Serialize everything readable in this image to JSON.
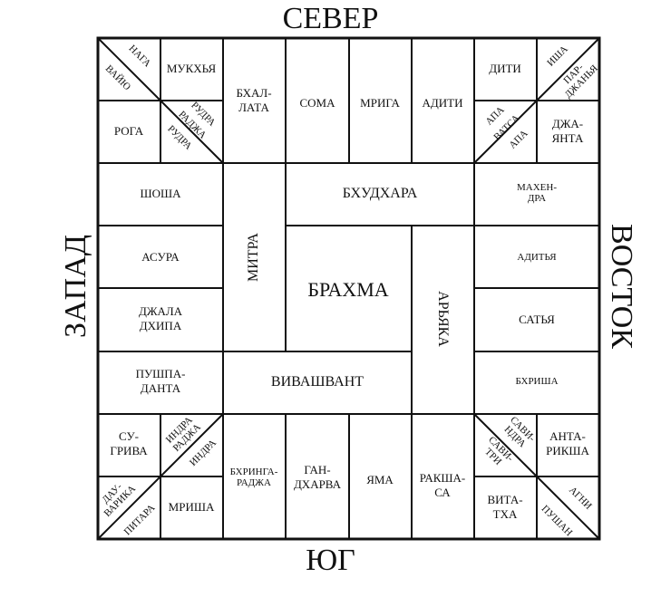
{
  "directions": {
    "north": "СЕВЕР",
    "south": "ЮГ",
    "west": "ЗАПАД",
    "east": "ВОСТОК"
  },
  "cells": {
    "nw_outer_a": "НАГА",
    "nw_outer_b": "ВАЙЮ",
    "mukhya": "МУКХЬЯ",
    "roga": "РОГА",
    "nw_inner_a": "РУДРА",
    "nw_inner_b": "РАДЖА",
    "nw_inner_c": "РУДРА",
    "bhallata": "БХАЛ-\nЛАТА",
    "soma": "СОМА",
    "mriga": "МРИГА",
    "aditi": "АДИТИ",
    "diti": "ДИТИ",
    "ne_outer_a": "ИША",
    "ne_outer_b": "ПАР-\nДЖАНЬЯ",
    "ne_inner_a": "АПА",
    "ne_inner_b": "ВАТСА",
    "ne_inner_c": "АПА",
    "jayanta": "ДЖА-\nЯНТА",
    "shosha": "ШОША",
    "bhudhara": "БХУДХАРА",
    "mahendra": "МАХЕН-\nДРА",
    "asura": "АСУРА",
    "mitra": "МИТРА",
    "brahma": "БРАХМА",
    "aryaka": "АРЬЯКА",
    "aditya": "АДИТЬЯ",
    "jaladhipa": "ДЖАЛА\nДХИПА",
    "satya": "САТЬЯ",
    "pushpadanta": "ПУШПА-\nДАНТА",
    "vivasvant": "ВИВАШВАНТ",
    "bhrisha": "БХРИША",
    "sugriva": "СУ-\nГРИВА",
    "sw_inner_a": "ИНДРА\nРАДЖА",
    "sw_inner_b": "ИНДРА",
    "bhringaraja": "БХРИНГА-\nРАДЖА",
    "gandharva": "ГАН-\nДХАРВА",
    "yama": "ЯМА",
    "rakshasa": "РАКША-\nСА",
    "se_inner_a": "САВИ-\nНДРА",
    "se_inner_b": "САВИ-\nТРИ",
    "antariksha": "АНТА-\nРИКША",
    "sw_outer_a": "ДАУ-\nВАРИКА",
    "sw_outer_b": "ПИТАРА",
    "mrisha": "МРИША",
    "vitatha": "ВИТА-\nТХА",
    "se_outer_a": "АГНИ",
    "se_outer_b": "ПУШАН"
  }
}
